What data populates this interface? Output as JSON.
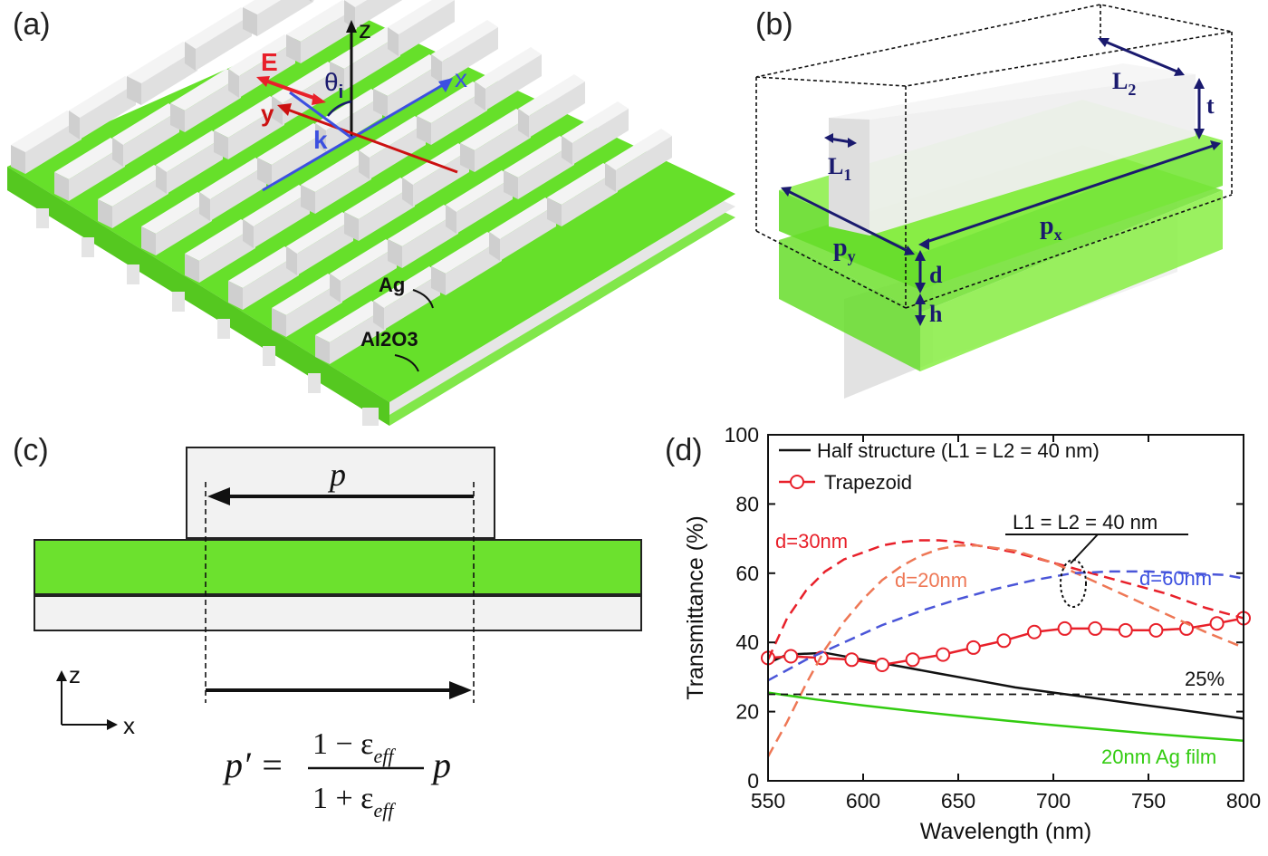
{
  "panel_labels": {
    "a": "(a)",
    "b": "(b)",
    "c": "(c)",
    "d": "(d)"
  },
  "panel_a": {
    "axis_z": "z",
    "axis_x": "x",
    "axis_y": "y",
    "field_E": "E",
    "wavevector_k": "k",
    "angle": "θ",
    "angle_sub": "i",
    "label_ag": "Ag",
    "label_al2o3": "Al2O3"
  },
  "panel_b": {
    "L1": "L",
    "L1_sub": "1",
    "L2": "L",
    "L2_sub": "2",
    "t": "t",
    "px": "p",
    "px_sub": "x",
    "py": "p",
    "py_sub": "y",
    "d": "d",
    "h": "h"
  },
  "panel_c": {
    "p_label": "p",
    "axis_z": "z",
    "axis_x": "x",
    "formula_lhs": "p′ =",
    "formula_num": "1 − ε",
    "formula_den": "1 + ε",
    "formula_sub": "eff",
    "formula_rhs": "p"
  },
  "colors": {
    "green": "#66e02a",
    "silver": "#ececec",
    "red": "#e8202a",
    "blue": "#3c50e0",
    "navy": "#1a1a6e",
    "text_green": "#33cc11",
    "salmon": "#ee7755"
  },
  "chart_data": {
    "type": "line",
    "xlabel": "Wavelength (nm)",
    "ylabel": "Transmittance (%)",
    "xlim": [
      550,
      800
    ],
    "ylim": [
      0,
      100
    ],
    "xticks": [
      550,
      600,
      650,
      700,
      750,
      800
    ],
    "yticks": [
      0,
      20,
      40,
      60,
      80,
      100
    ],
    "legend_position": "top-left",
    "legend": [
      {
        "name": "Half structure (L1 = L2 = 40 nm)",
        "style": "solid-black"
      },
      {
        "name": "Trapezoid",
        "style": "red-circles"
      }
    ],
    "annotations": {
      "d30": "d=30nm",
      "d20": "d=20nm",
      "d60": "d=60nm",
      "L_eq": "L1 = L2 = 40 nm",
      "pct25": "25%",
      "film": "20nm Ag film"
    },
    "series": [
      {
        "name": "Half structure (L1 = L2 = 40 nm)",
        "x": [
          550,
          560,
          580,
          600,
          620,
          640,
          660,
          680,
          700,
          720,
          740,
          760,
          780,
          800
        ],
        "y": [
          34,
          36.5,
          37,
          35,
          33,
          31,
          29,
          27,
          25.5,
          24,
          22.5,
          21,
          19.5,
          18
        ]
      },
      {
        "name": "Trapezoid",
        "x": [
          550,
          562,
          578,
          594,
          610,
          626,
          642,
          658,
          674,
          690,
          706,
          722,
          738,
          754,
          770,
          786,
          800
        ],
        "y": [
          35.5,
          36,
          35.5,
          35,
          33.5,
          35,
          36.5,
          38.5,
          40.5,
          43,
          44,
          44,
          43.5,
          43.5,
          44,
          45.5,
          47
        ]
      },
      {
        "name": "d=30nm",
        "x": [
          550,
          560,
          570,
          580,
          590,
          600,
          610,
          620,
          630,
          640,
          650,
          660,
          680,
          700,
          720,
          740,
          760,
          780,
          800
        ],
        "y": [
          35,
          47,
          55,
          60.5,
          64,
          66,
          68,
          69,
          69.5,
          69.5,
          69,
          68,
          66,
          63,
          60,
          57,
          54,
          50,
          47
        ]
      },
      {
        "name": "d=20nm",
        "x": [
          550,
          560,
          570,
          580,
          590,
          600,
          610,
          620,
          630,
          640,
          650,
          660,
          680,
          700,
          720,
          740,
          760,
          780,
          800
        ],
        "y": [
          7,
          17,
          28,
          38,
          46,
          52.5,
          58,
          62,
          65,
          67,
          68,
          68,
          66.5,
          63,
          58,
          53,
          48,
          43,
          38.5
        ]
      },
      {
        "name": "d=60nm",
        "x": [
          550,
          570,
          590,
          610,
          630,
          650,
          670,
          690,
          710,
          730,
          750,
          770,
          790,
          800
        ],
        "y": [
          29,
          35,
          40,
          45,
          49,
          52.5,
          55.5,
          58,
          60,
          60.5,
          60.5,
          60,
          59.5,
          58.5
        ]
      },
      {
        "name": "20nm Ag film",
        "x": [
          550,
          575,
          600,
          625,
          650,
          675,
          700,
          725,
          750,
          775,
          800
        ],
        "y": [
          25.5,
          23.5,
          21.8,
          20.2,
          18.8,
          17.4,
          16.1,
          14.9,
          13.7,
          12.6,
          11.6
        ]
      },
      {
        "name": "25%",
        "x": [
          550,
          800
        ],
        "y": [
          25,
          25
        ]
      }
    ]
  }
}
